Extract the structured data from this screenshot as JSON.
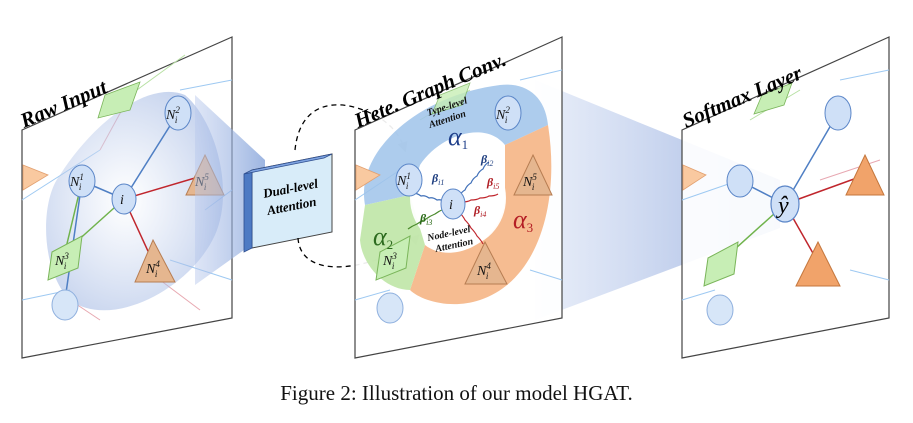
{
  "panels": {
    "raw_input_title": "Raw Input",
    "hete_graph_title": "Hete. Graph Conv.",
    "softmax_title": "Softmax Layer"
  },
  "box": {
    "line1": "Dual-level",
    "line2": "Attention"
  },
  "nodes": {
    "center": "i",
    "n_base": "N",
    "n_sub": "i",
    "sups": [
      "1",
      "2",
      "3",
      "4",
      "5"
    ]
  },
  "attention": {
    "type_level_line1": "Type-level",
    "type_level_line2": "Attention",
    "node_level_line1": "Node-level",
    "node_level_line2": "Attention"
  },
  "alphas": [
    {
      "sym": "α",
      "sub": "1"
    },
    {
      "sym": "α",
      "sub": "2"
    },
    {
      "sym": "α",
      "sub": "3"
    }
  ],
  "betas": [
    {
      "sym": "β",
      "sub": "i1"
    },
    {
      "sym": "β",
      "sub": "i2"
    },
    {
      "sym": "β",
      "sub": "i3"
    },
    {
      "sym": "β",
      "sub": "i4"
    },
    {
      "sym": "β",
      "sub": "i5"
    }
  ],
  "output": {
    "symbol": "ŷ"
  },
  "colors": {
    "blue_node": "#cfe0f7",
    "green_node": "#c7eeb5",
    "orange_node": "#f7c9a3",
    "blue_region": "#9fc3ea",
    "green_region": "#bfe5a6",
    "orange_region": "#f4b07e",
    "red_edge": "#c0262d",
    "blue_edge": "#4f7fc4",
    "green_edge": "#70b34c"
  },
  "caption": "Figure 2: Illustration of our model HGAT."
}
